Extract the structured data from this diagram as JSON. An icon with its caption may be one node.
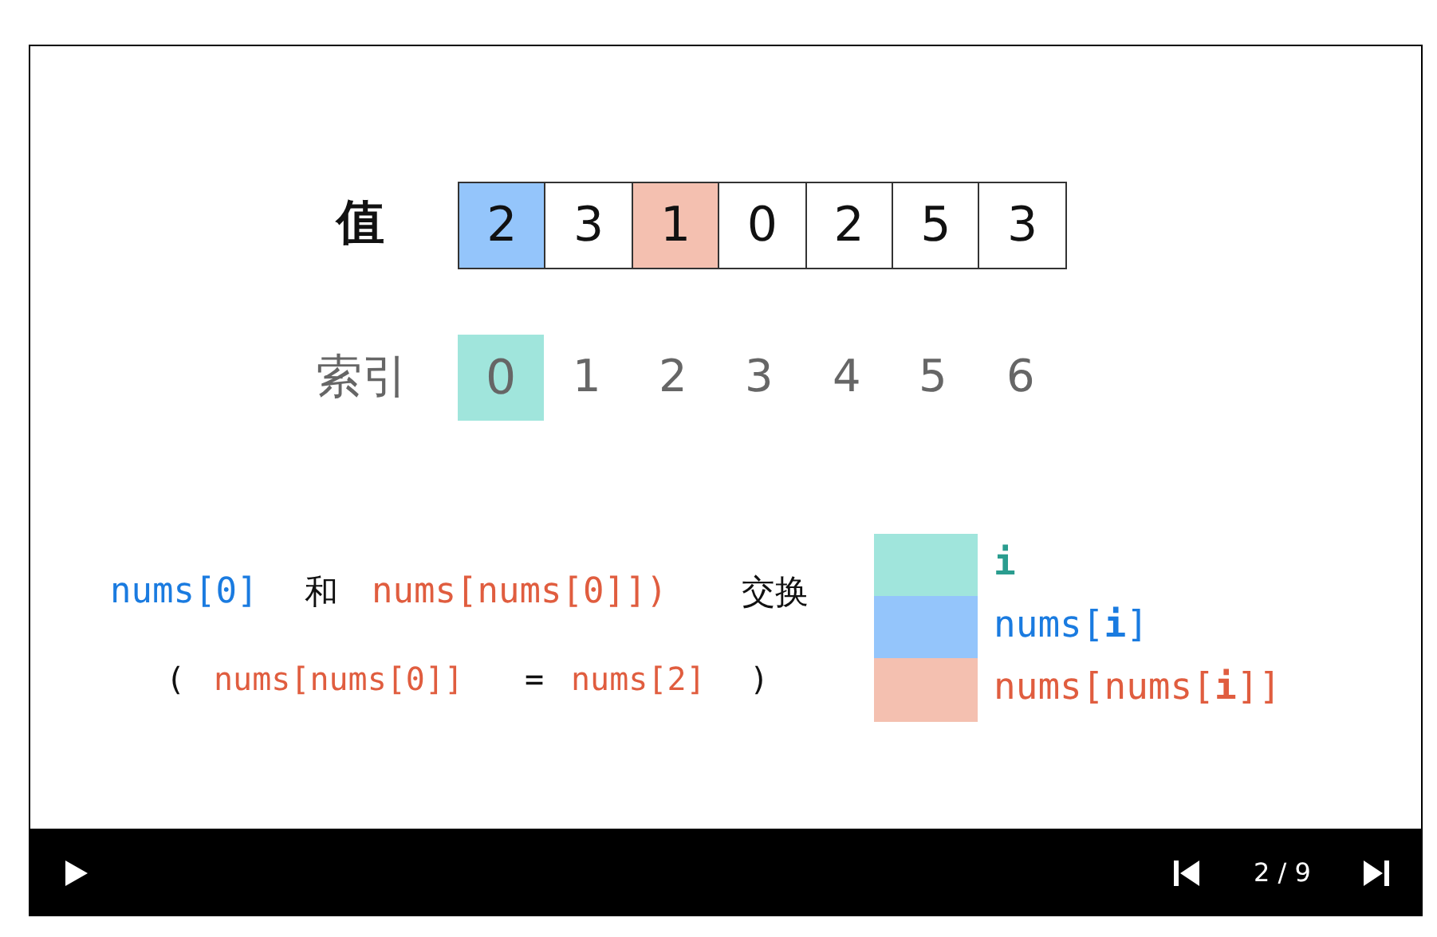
{
  "diagram": {
    "nodes": [
      {
        "text": [
          "2"
        ]
      },
      {
        "text": [
          "3"
        ]
      },
      {
        "text": [
          "1"
        ]
      },
      {
        "text": [
          "0"
        ]
      },
      {
        "text": [
          "2"
        ]
      },
      {
        "text": [
          "5"
        ]
      },
      {
        "text": [
          "3"
        ]
      },
      {
        "text": [
          "0"
        ]
      }
    ],
    "labels": [
      "值",
      "索引",
      "1",
      "2",
      "3",
      "4",
      "5",
      "6",
      "nums[0]",
      "和",
      "nums[nums[0]])",
      "交换",
      "(",
      "nums[nums[0]]",
      "=",
      "nums[2]",
      ")",
      "2 / 9"
    ],
    "legend": [
      {
        "text": "i",
        "color": "#a0e5dc"
      },
      {
        "text": "nums[**i**]",
        "color": "#94c5fb"
      },
      {
        "text": "nums[nums[**i**]]",
        "color": "#f4c0b0"
      }
    ]
  }
}
